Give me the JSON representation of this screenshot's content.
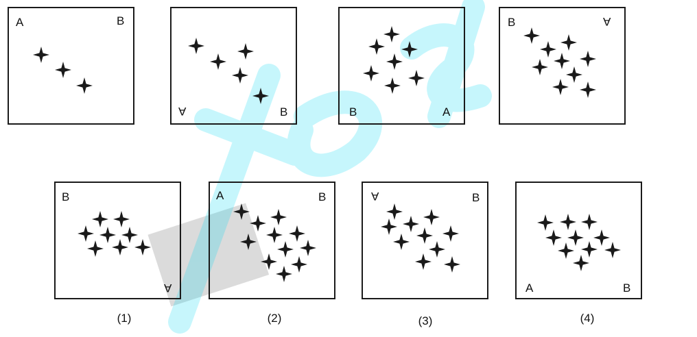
{
  "colors": {
    "ink": "#1a1a1a",
    "watermark": "#00d4f0",
    "shadow": "#c8c8c8"
  },
  "question_figures": [
    {
      "corners": {
        "tl": "A",
        "tr": "B",
        "bl": "",
        "br": ""
      }
    },
    {
      "corners": {
        "tl": "",
        "tr": "",
        "bl": "A",
        "br": "B"
      },
      "flipped": [
        "bl"
      ]
    },
    {
      "corners": {
        "tl": "",
        "tr": "",
        "bl": "B",
        "br": "A"
      }
    },
    {
      "corners": {
        "tl": "B",
        "tr": "A",
        "bl": "",
        "br": ""
      },
      "flipped": [
        "tr"
      ]
    }
  ],
  "option_figures": [
    {
      "label": "(1)",
      "corners": {
        "tl": "B",
        "tr": "",
        "bl": "",
        "br": "A"
      },
      "flipped": [
        "br"
      ]
    },
    {
      "label": "(2)",
      "corners": {
        "tl": "A",
        "tr": "B",
        "bl": "",
        "br": ""
      }
    },
    {
      "label": "(3)",
      "corners": {
        "tl": "A",
        "tr": "B",
        "bl": "",
        "br": ""
      },
      "flipped": [
        "tl"
      ]
    },
    {
      "label": "(4)",
      "corners": {
        "tl": "",
        "tr": "",
        "bl": "A",
        "br": "B"
      }
    }
  ]
}
